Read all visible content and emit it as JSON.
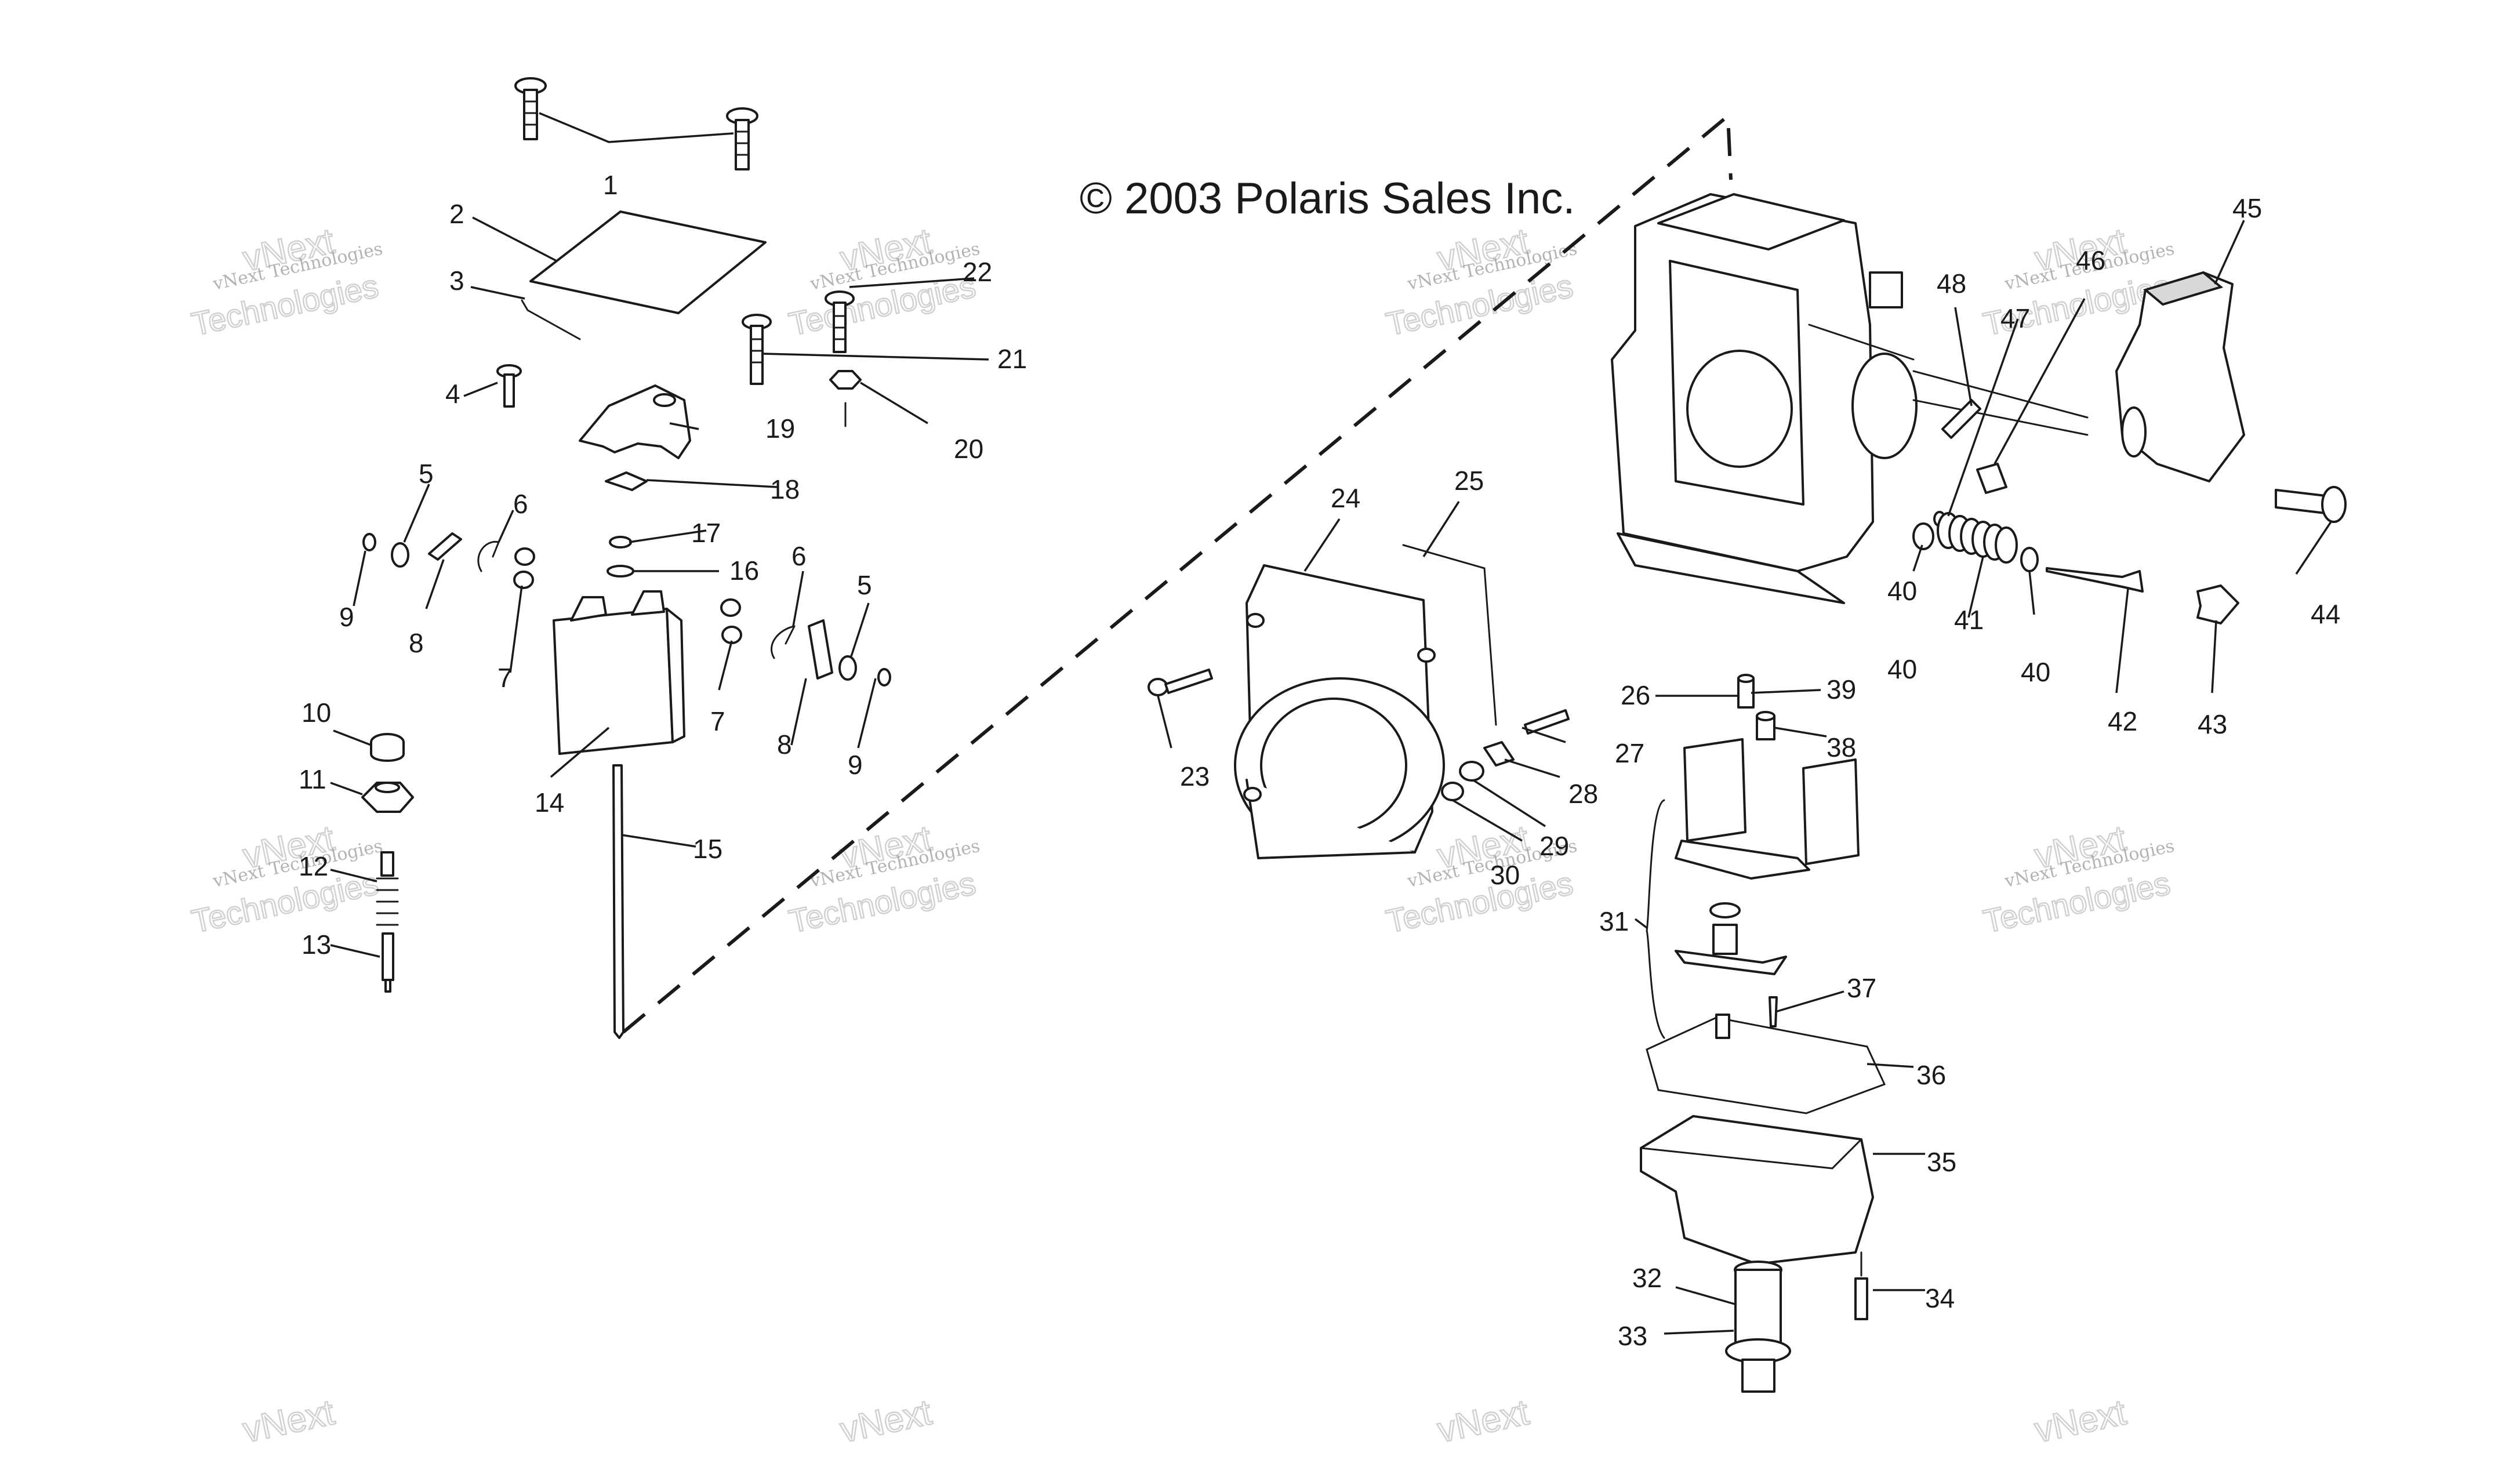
{
  "copyright": "© 2003 Polaris Sales Inc.",
  "watermark": {
    "line1": "vNext Technologies",
    "line2": "vNext",
    "line3": "Technologies"
  },
  "callouts": [
    "1",
    "2",
    "3",
    "4",
    "5",
    "6",
    "7",
    "8",
    "9",
    "10",
    "11",
    "12",
    "13",
    "14",
    "15",
    "16",
    "17",
    "18",
    "19",
    "20",
    "21",
    "22",
    "23",
    "24",
    "25",
    "26",
    "27",
    "28",
    "29",
    "30",
    "31",
    "32",
    "33",
    "34",
    "35",
    "36",
    "37",
    "38",
    "39",
    "40",
    "41",
    "42",
    "43",
    "44",
    "45",
    "46",
    "47",
    "48"
  ],
  "colors": {
    "line": "#1a1a1a",
    "background": "#ffffff",
    "watermark": "#c6c6c6"
  }
}
